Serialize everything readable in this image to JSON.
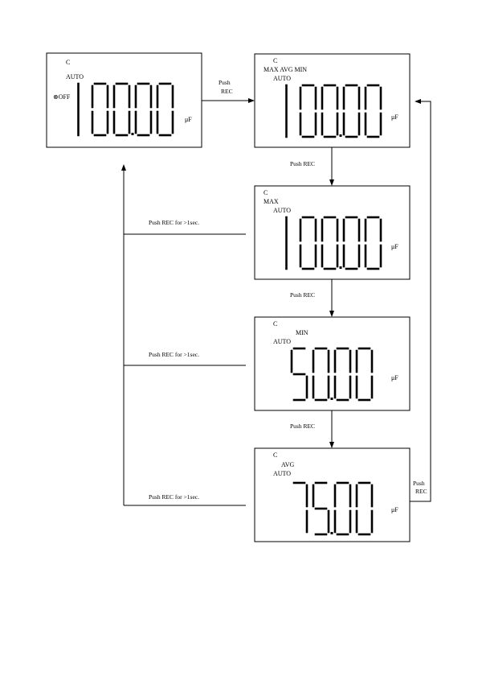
{
  "unit": "μF",
  "displays": [
    {
      "id": "d1",
      "c_label": "C",
      "mode_lines": [],
      "auto_label": "AUTO",
      "side_label": "⊗OFF",
      "reading": "100.00"
    },
    {
      "id": "d2",
      "c_label": "C",
      "mode_lines": [
        "MAX AVG MIN"
      ],
      "auto_label": "AUTO",
      "side_label": "",
      "reading": "100.00"
    },
    {
      "id": "d3",
      "c_label": "C",
      "mode_lines": [
        "MAX"
      ],
      "auto_label": "AUTO",
      "side_label": "",
      "reading": "100.00"
    },
    {
      "id": "d4",
      "c_label": "C",
      "mode_lines": [
        "MIN"
      ],
      "auto_label": "AUTO",
      "side_label": "",
      "reading": "50.00"
    },
    {
      "id": "d5",
      "c_label": "C",
      "mode_lines": [
        "AVG"
      ],
      "auto_label": "AUTO",
      "side_label": "",
      "reading": "75.00"
    }
  ],
  "labels": {
    "d1_to_d2_line1": "Push",
    "d1_to_d2_line2": "REC",
    "d2_to_d3": "Push REC",
    "d3_to_d4": "Push REC",
    "d4_to_d5": "Push REC",
    "d5_to_d2_line1": "Push",
    "d5_to_d2_line2": "REC",
    "d3_return": "Push REC for >1sec.",
    "d4_return": "Push REC for >1sec.",
    "d5_return": "Push REC for >1sec."
  }
}
